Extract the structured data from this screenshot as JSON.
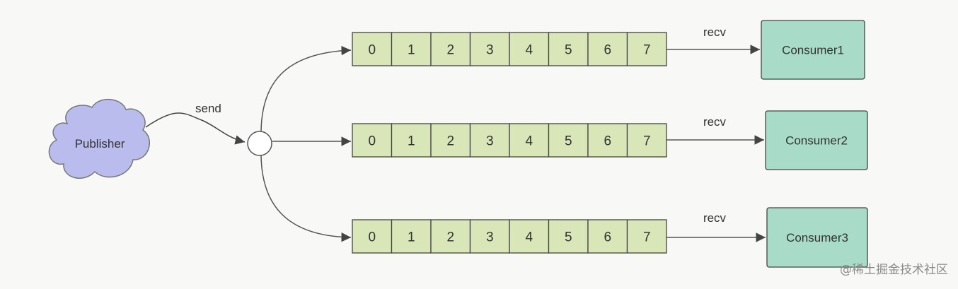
{
  "publisher": {
    "label": "Publisher"
  },
  "send_label": "send",
  "queues": [
    {
      "cells": [
        "0",
        "1",
        "2",
        "3",
        "4",
        "5",
        "6",
        "7"
      ],
      "recv_label": "recv",
      "consumer": "Consumer1"
    },
    {
      "cells": [
        "0",
        "1",
        "2",
        "3",
        "4",
        "5",
        "6",
        "7"
      ],
      "recv_label": "recv",
      "consumer": "Consumer2"
    },
    {
      "cells": [
        "0",
        "1",
        "2",
        "3",
        "4",
        "5",
        "6",
        "7"
      ],
      "recv_label": "recv",
      "consumer": "Consumer3"
    }
  ],
  "watermark": "@稀土掘金技术社区",
  "colors": {
    "cloud_fill": "#b9bcec",
    "cell_fill": "#d9e6b8",
    "consumer_fill": "#a9dcc8",
    "stroke": "#444444"
  }
}
